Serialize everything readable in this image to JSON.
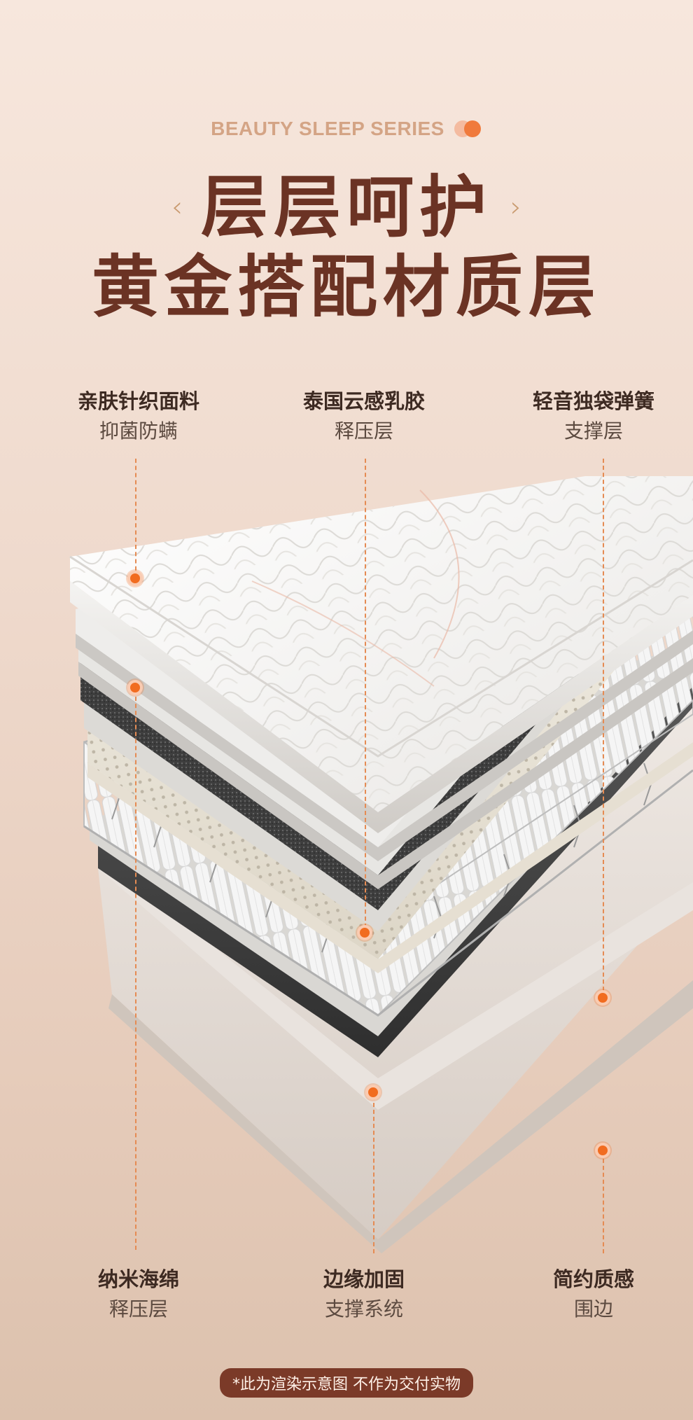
{
  "header": {
    "series": "BEAUTY SLEEP SERIES",
    "title_line1": "层层呵护",
    "title_line2": "黄金搭配材质层"
  },
  "top_labels": [
    {
      "heading": "亲肤针织面料",
      "sub": "抑菌防螨"
    },
    {
      "heading": "泰国云感乳胶",
      "sub": "释压层"
    },
    {
      "heading": "轻音独袋弹簧",
      "sub": "支撑层"
    }
  ],
  "bottom_labels": [
    {
      "heading": "纳米海绵",
      "sub": "释压层"
    },
    {
      "heading": "边缘加固",
      "sub": "支撑系统"
    },
    {
      "heading": "简约质感",
      "sub": "围边"
    }
  ],
  "footer": {
    "disclaimer": "*此为渲染示意图 不作为交付实物"
  },
  "colors": {
    "title": "#6b3324",
    "series": "#d4a485",
    "accent": "#f16c20",
    "badge": "#7b3a28"
  }
}
